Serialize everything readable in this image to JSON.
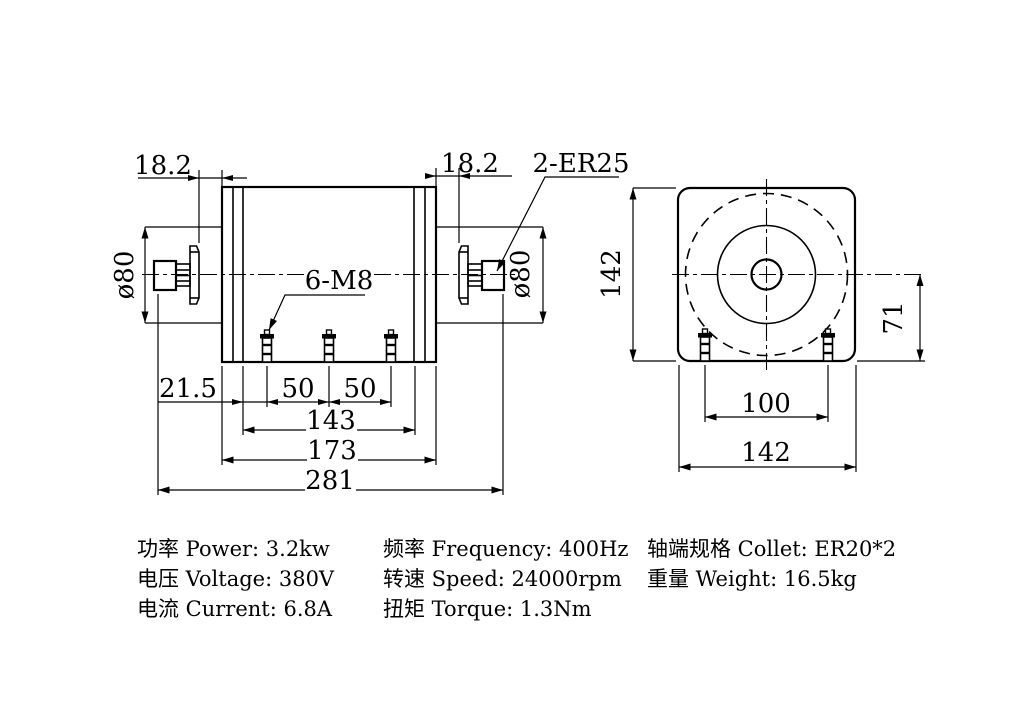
{
  "page": {
    "background": "#ffffff",
    "line_color": "#000000"
  },
  "side_view": {
    "dims": {
      "d18_2_left": "18.2",
      "d18_2_right": "18.2",
      "collet_label": "2-ER25",
      "bolt_label": "6-M8",
      "dia80_left": "ø80",
      "dia80_right": "ø80",
      "d21_5": "21.5",
      "d50_a": "50",
      "d50_b": "50",
      "d143": "143",
      "d173": "173",
      "d281": "281"
    }
  },
  "front_view": {
    "dims": {
      "d142_left": "142",
      "d71": "71",
      "d100": "100",
      "d142_bottom": "142"
    }
  },
  "specs": {
    "column1": [
      "功率 Power: 3.2kw",
      "电压 Voltage: 380V",
      "电流 Current: 6.8A"
    ],
    "column2": [
      "频率 Frequency: 400Hz",
      "转速 Speed: 24000rpm",
      "扭矩 Torque: 1.3Nm"
    ],
    "column3": [
      "轴端规格 Collet: ER20*2",
      "重量 Weight: 16.5kg"
    ]
  }
}
